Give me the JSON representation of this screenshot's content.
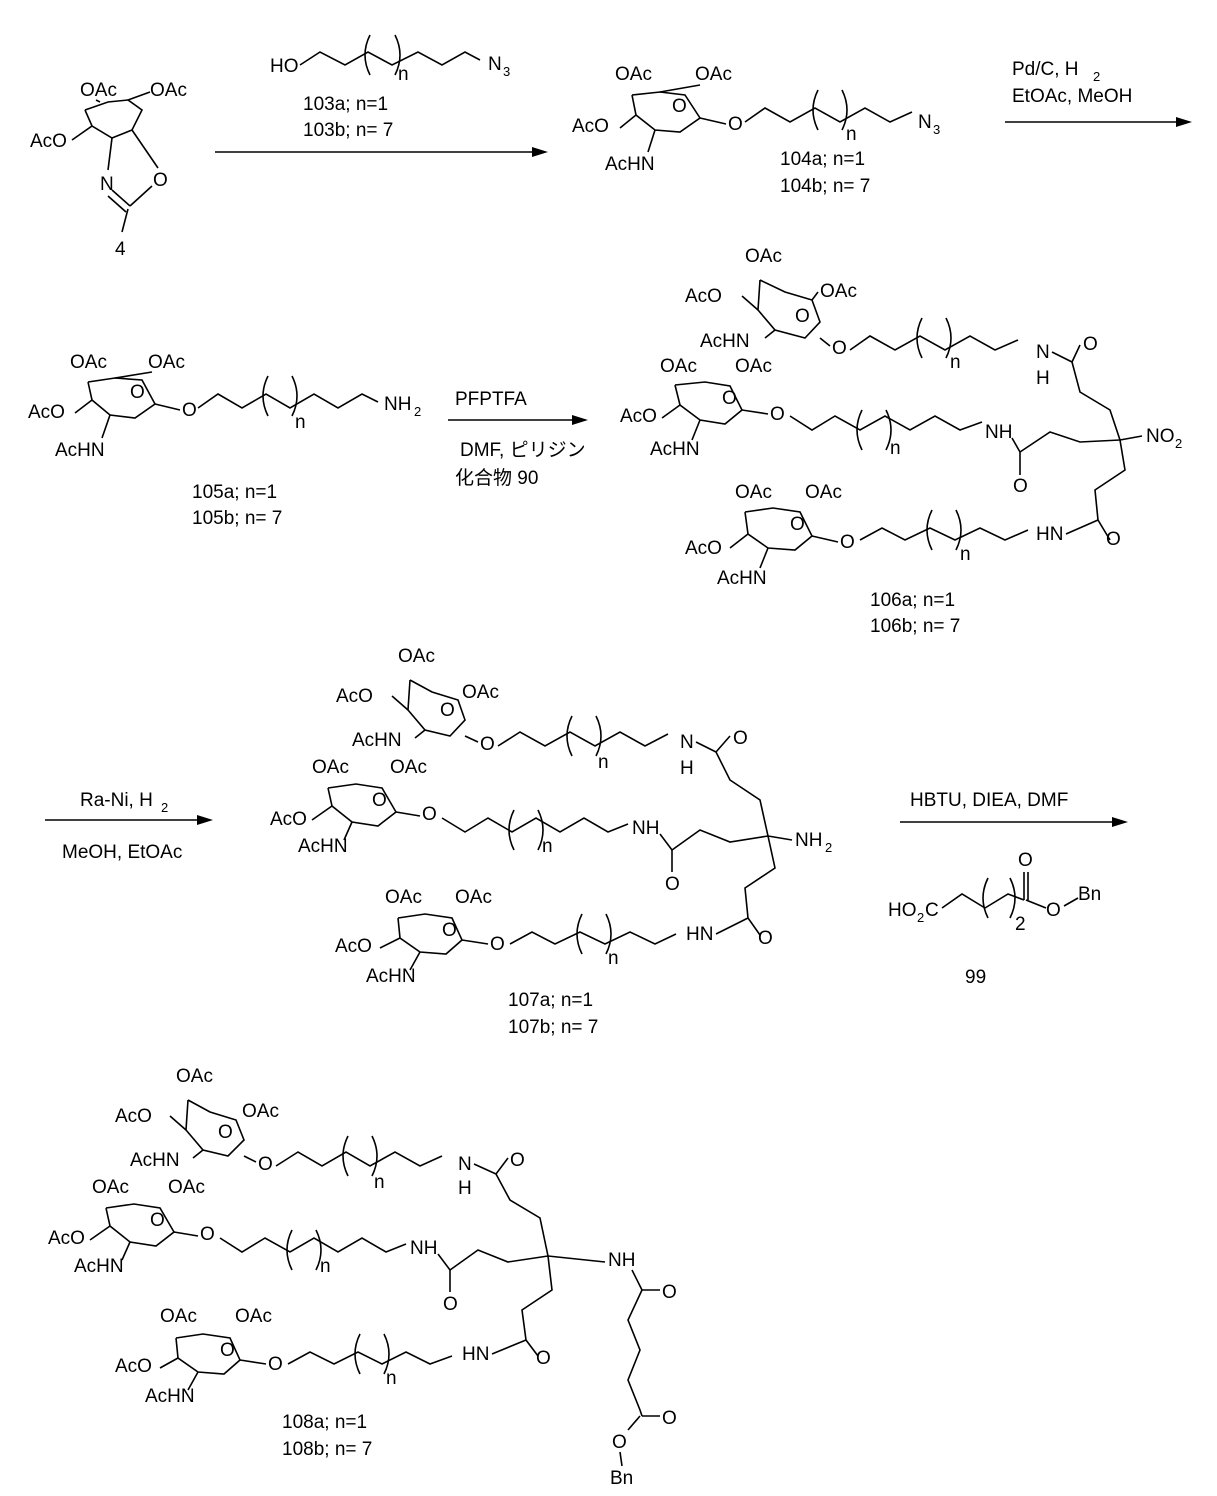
{
  "labels": {
    "compound_4": "4",
    "reagent_103": "HO",
    "azide": "N",
    "azide_sub": "3",
    "n": "n",
    "l_103a": "103a; n=1",
    "l_103b": "103b; n= 7",
    "l_104a": "104a; n=1",
    "l_104b": "104b; n= 7",
    "l_105a": "105a; n=1",
    "l_105b": "105b; n= 7",
    "l_106a": "106a; n=1",
    "l_106b": "106b; n= 7",
    "l_107a": "107a; n=1",
    "l_107b": "107b; n= 7",
    "l_108a": "108a; n=1",
    "l_108b": "108b; n= 7",
    "l_99": "99"
  },
  "reagents": {
    "step2_line1": "Pd/C, H",
    "step2_line1_sub": "2",
    "step2_line2": "EtOAc, MeOH",
    "step3_line1": "PFPTFA",
    "step3_line2": "DMF, ピリジン",
    "step3_line3": "化合物 90",
    "step4_line1": "Ra-Ni, H",
    "step4_line1_sub": "2",
    "step4_line2": "MeOH, EtOAc",
    "step5_line1": "HBTU, DIEA, DMF"
  },
  "groups": {
    "oac": "OAc",
    "aco": "AcO",
    "achn": "AcHN",
    "o": "O",
    "n_atom": "N",
    "nh": "NH",
    "nh2": "NH",
    "nh2_sub": "2",
    "hn": "HN",
    "h": "H",
    "no2": "NO",
    "no2_sub": "2",
    "ho2c": "HO",
    "ho2c_sub": "2",
    "c": "C",
    "two": "2",
    "bn": "Bn"
  }
}
